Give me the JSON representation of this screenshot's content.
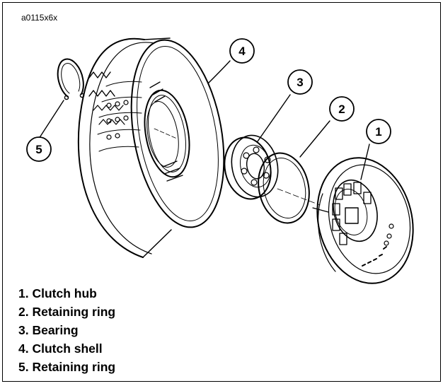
{
  "figure_id": "a0115x6x",
  "callouts": {
    "c1": "1",
    "c2": "2",
    "c3": "3",
    "c4": "4",
    "c5": "5"
  },
  "legend": [
    "1. Clutch hub",
    "2. Retaining ring",
    "3. Bearing",
    "4. Clutch shell",
    "5. Retaining ring"
  ]
}
